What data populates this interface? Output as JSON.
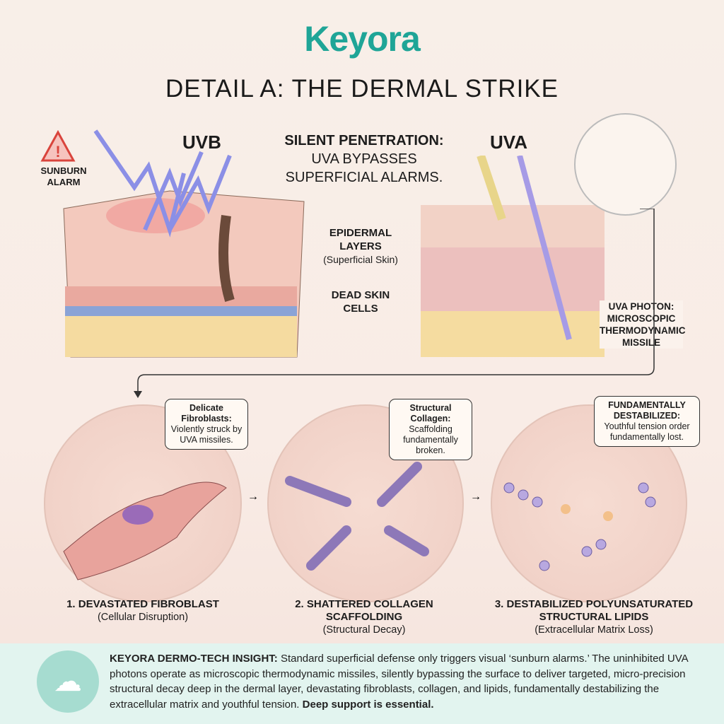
{
  "brand": {
    "logo_text": "Keyora",
    "accent": "#1fa597"
  },
  "title": "DETAIL A: THE DERMAL STRIKE",
  "top": {
    "sunburn_alarm": "SUNBURN ALARM",
    "uvb": "UVB",
    "uva": "UVA",
    "headline": [
      "SILENT PENETRATION:",
      "UVA BYPASSES",
      "SUPERFICIAL ALARMS."
    ],
    "epidermal": {
      "label": "EPIDERMAL LAYERS",
      "sub": "(Superficial Skin)"
    },
    "dead_skin": "DEAD SKIN CELLS",
    "photon": "UVA PHOTON: MICROSCOPIC THERMODYNAMIC MISSILE"
  },
  "stages": [
    {
      "callout_title": "Delicate Fibroblasts:",
      "callout_text": "Violently struck by UVA missiles.",
      "caption": "1. DEVASTATED FIBROBLAST",
      "sub": "(Cellular Disruption)"
    },
    {
      "callout_title": "Structural Collagen:",
      "callout_text": "Scaffolding fundamentally broken.",
      "caption": "2. SHATTERED COLLAGEN SCAFFOLDING",
      "sub": "(Structural Decay)"
    },
    {
      "callout_title": "FUNDAMENTALLY DESTABILIZED:",
      "callout_text": "Youthful tension order fundamentally lost.",
      "caption": "3. DESTABILIZED POLYUNSATURATED STRUCTURAL LIPIDS",
      "sub": "(Extracellular Matrix Loss)"
    }
  ],
  "insight": {
    "lead": "KEYORA DERMO-TECH INSIGHT:",
    "body": " Standard superficial defense only triggers visual ‘sunburn alarms.’ The uninhibited UVA photons operate as microscopic thermodynamic missiles, silently bypassing the surface to deliver targeted, micro-precision structural decay deep in the dermal layer, devastating fibroblasts, collagen, and lipids, fundamentally destabilizing the extracellular matrix and youthful tension. ",
    "closing": "Deep support is essential."
  }
}
